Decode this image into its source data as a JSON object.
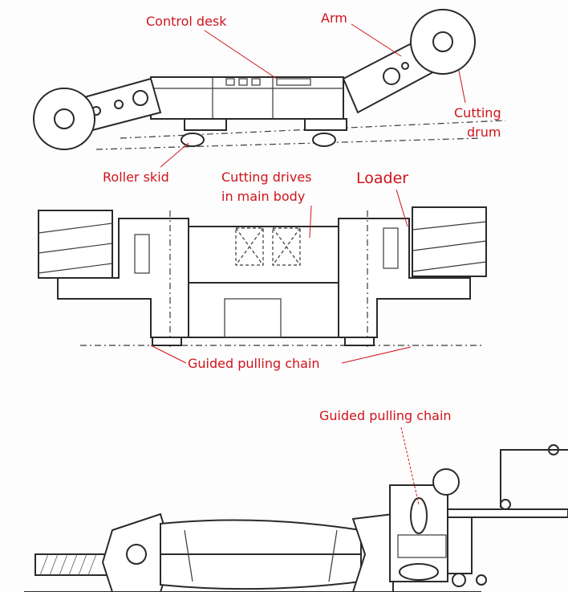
{
  "labels": {
    "control_desk": "Control desk",
    "arm": "Arm",
    "cutting_drum_line1": "Cutting",
    "cutting_drum_line2": "drum",
    "roller_skid": "Roller skid",
    "cutting_drives_line1": "Cutting drives",
    "cutting_drives_line2": "in main body",
    "loader": "Loader",
    "guided_pulling_chain_mid": "Guided pulling chain",
    "guided_pulling_chain_bottom": "Guided pulling chain"
  },
  "colors": {
    "label_red": "#d0131b",
    "line_ink": "#2a2a2a",
    "background": "#fdfdfd"
  }
}
